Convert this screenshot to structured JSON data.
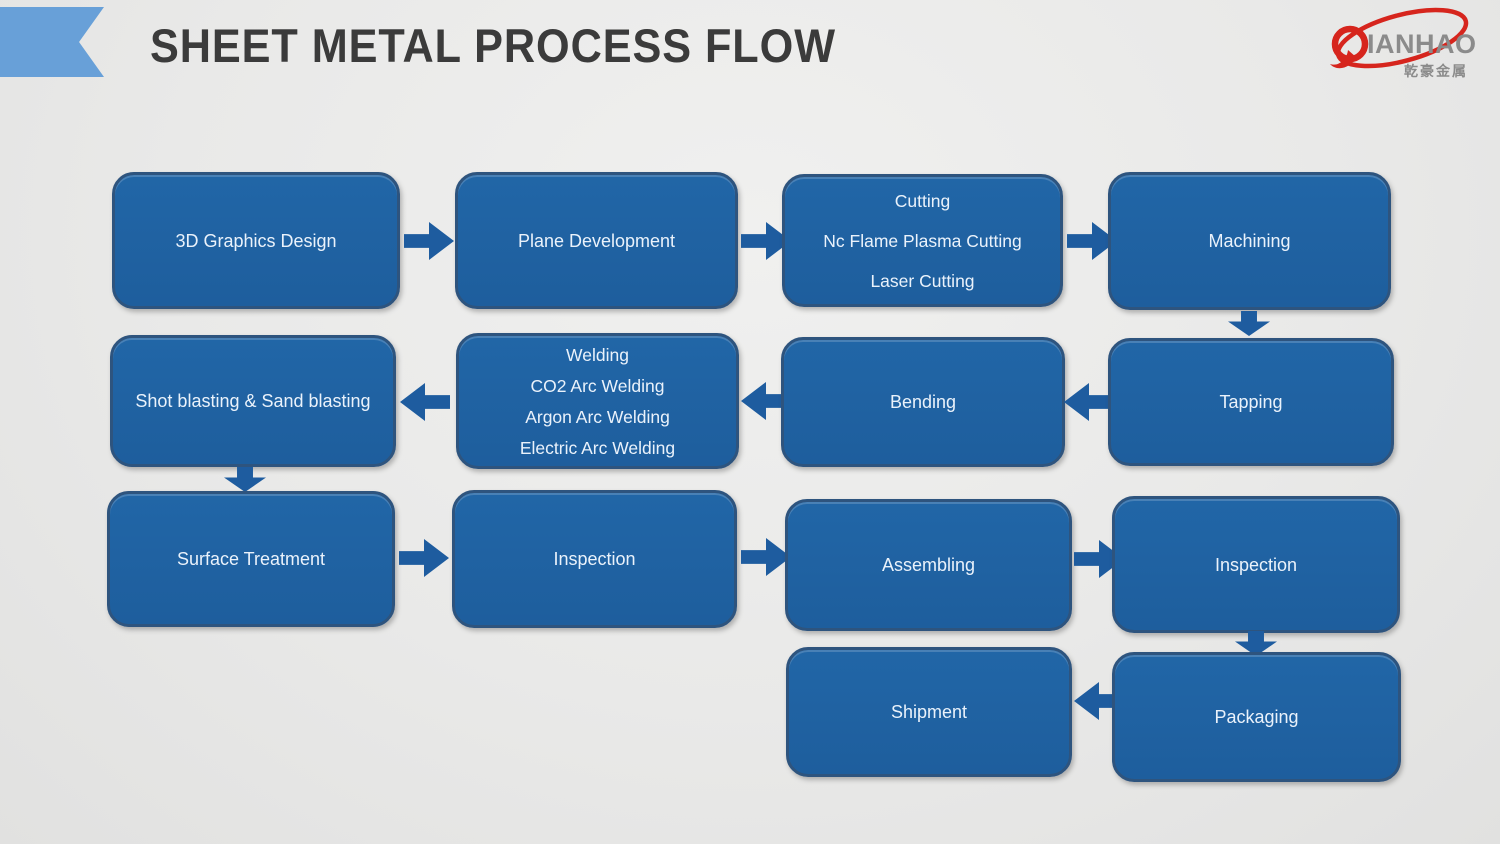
{
  "title": "SHEET METAL PROCESS FLOW",
  "logo": {
    "brand": "QIANHAO",
    "brand_initial": "Q",
    "brand_rest": "IANHAO",
    "subtext": "乾豪金属"
  },
  "colors": {
    "background": "#E8E8E7",
    "title_text": "#3B3B3B",
    "ribbon": "#68A0D8",
    "box_fill": "#2166A7",
    "box_fill_dark": "#1E5E9D",
    "box_border": "#2E547E",
    "box_text": "#EAF2FB",
    "arrow": "#1E5C9F",
    "logo_red": "#D6251D",
    "logo_gray": "#8B8B8B"
  },
  "icons": {
    "arrow-right-icon": "css-block-arrow-right",
    "arrow-left-icon": "css-block-arrow-left",
    "arrow-down-icon": "css-block-arrow-down",
    "qianhao-logo": "red-ellipse-swoosh-with-q"
  },
  "flowchart": {
    "nodes": [
      {
        "id": "3d-graphics-design",
        "lines": [
          "3D Graphics Design"
        ]
      },
      {
        "id": "plane-development",
        "lines": [
          "Plane Development"
        ]
      },
      {
        "id": "cutting",
        "lines": [
          "Cutting",
          "Nc Flame Plasma Cutting",
          "Laser Cutting"
        ]
      },
      {
        "id": "machining",
        "lines": [
          "Machining"
        ]
      },
      {
        "id": "shot-sand-blasting",
        "lines": [
          "Shot blasting & Sand blasting"
        ]
      },
      {
        "id": "welding",
        "lines": [
          "Welding",
          "CO2 Arc Welding",
          "Argon Arc Welding",
          "Electric Arc Welding"
        ]
      },
      {
        "id": "bending",
        "lines": [
          "Bending"
        ]
      },
      {
        "id": "tapping",
        "lines": [
          "Tapping"
        ]
      },
      {
        "id": "surface-treatment",
        "lines": [
          "Surface Treatment"
        ]
      },
      {
        "id": "inspection-1",
        "lines": [
          "Inspection"
        ]
      },
      {
        "id": "assembling",
        "lines": [
          "Assembling"
        ]
      },
      {
        "id": "inspection-2",
        "lines": [
          "Inspection"
        ]
      },
      {
        "id": "shipment",
        "lines": [
          "Shipment"
        ]
      },
      {
        "id": "packaging",
        "lines": [
          "Packaging"
        ]
      }
    ]
  }
}
